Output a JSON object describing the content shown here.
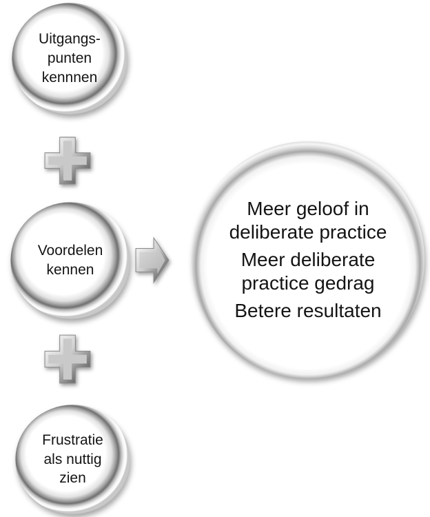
{
  "diagram": {
    "inputs": [
      {
        "label": "Uitgangs-\npunten\nkennnen"
      },
      {
        "label": "Voordelen\nkennen"
      },
      {
        "label": "Frustratie\nals nuttig\nzien"
      }
    ],
    "operators": {
      "plus_icon": "plus-icon",
      "arrow_icon": "block-arrow-right-icon"
    },
    "outcome": {
      "lines": [
        "Meer geloof in\ndeliberate practice",
        "Meer deliberate\npractice gedrag",
        "Betere resultaten"
      ]
    },
    "colors": {
      "background": "#ffffff",
      "text": "#141414",
      "shape_face": "#c9c9c9",
      "bevel_light": "#ffffff",
      "bevel_dark": "#3f3f3f",
      "rim_dark": "#6f6f6f"
    }
  }
}
